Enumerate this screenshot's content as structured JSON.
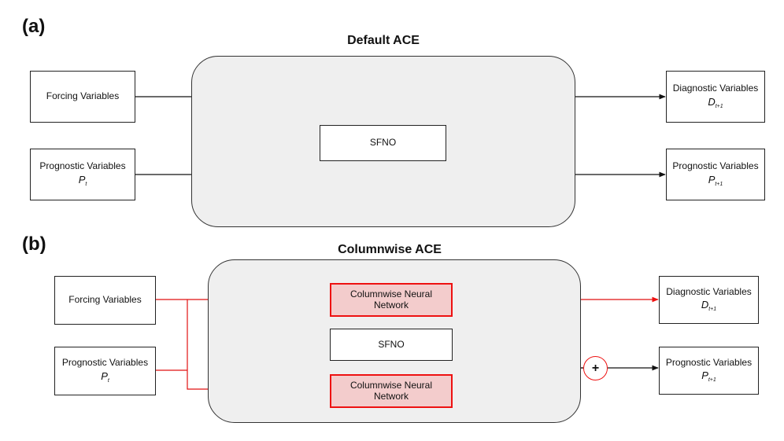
{
  "panel_a": {
    "label": "(a)",
    "title": "Default ACE",
    "forcing": "Forcing Variables",
    "prognostic_in": {
      "text": "Prognostic Variables",
      "symbol": "P",
      "subscript": "t"
    },
    "model": "SFNO",
    "diagnostic_out": {
      "text": "Diagnostic Variables",
      "symbol": "D",
      "subscript": "t+1"
    },
    "prognostic_out": {
      "text": "Prognostic Variables",
      "symbol": "P",
      "subscript": "t+1"
    }
  },
  "panel_b": {
    "label": "(b)",
    "title": "Columnwise ACE",
    "forcing": "Forcing Variables",
    "prognostic_in": {
      "text": "Prognostic Variables",
      "symbol": "P",
      "subscript": "t"
    },
    "cnn_top": "Columnwise Neural Network",
    "model": "SFNO",
    "cnn_bottom": "Columnwise Neural Network",
    "plus": "+",
    "diagnostic_out": {
      "text": "Diagnostic Variables",
      "symbol": "D",
      "subscript": "t+1"
    },
    "prognostic_out": {
      "text": "Prognostic Variables",
      "symbol": "P",
      "subscript": "t+1"
    }
  },
  "colors": {
    "accent_red": "#e11111",
    "red_fill": "#f3cccc",
    "container_fill": "#efefef",
    "line": "#111111"
  }
}
